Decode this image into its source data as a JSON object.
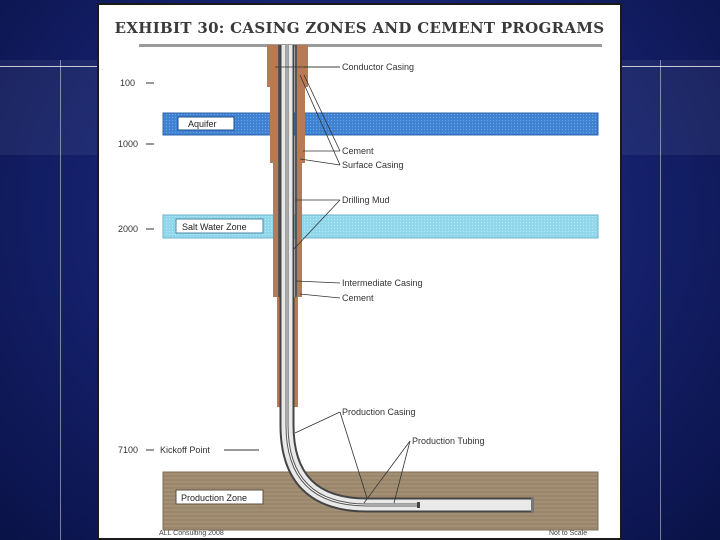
{
  "slide": {
    "title": "EXHIBIT 30: CASING ZONES AND CEMENT PROGRAMS"
  },
  "zones": {
    "aquifer": "Aquifer",
    "salt_water": "Salt Water Zone",
    "production": "Production Zone"
  },
  "depths": {
    "d100": "100",
    "d1000": "1000",
    "d2000": "2000",
    "d7100": "7100",
    "kickoff": "Kickoff Point"
  },
  "labels": {
    "conductor_casing": "Conductor Casing",
    "cement_1": "Cement",
    "surface_casing": "Surface Casing",
    "drilling_mud": "Drilling Mud",
    "intermediate_casing": "Intermediate Casing",
    "cement_2": "Cement",
    "production_casing": "Production Casing",
    "production_tubing": "Production Tubing"
  },
  "footer": {
    "credit": "ALL Consulting 2008",
    "scale_note": "Not to Scale"
  },
  "colors": {
    "aquifer": "#3d7fd0",
    "salt_water": "#8fd6ec",
    "production_zone": "#a28e73",
    "cement": "#b87a55",
    "casing": "#555555",
    "background": "#14206a"
  }
}
